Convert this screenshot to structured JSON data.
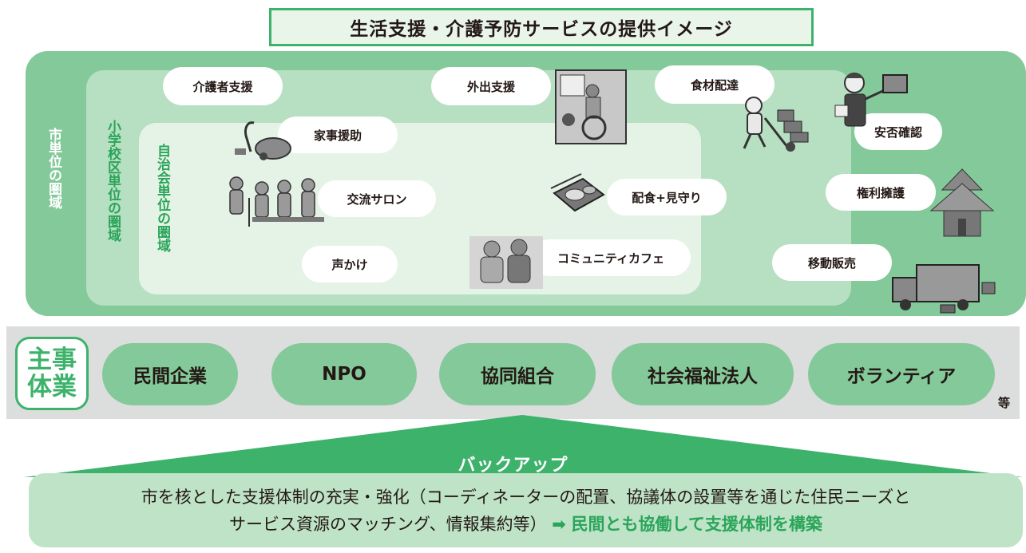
{
  "title": "生活支援・介護予防サービスの提供イメージ",
  "areas": {
    "city": "市単位の圏域",
    "school": "小学校区単位の圏域",
    "neighborhood": "自治会単位の圏域"
  },
  "services": {
    "kaigosha_shien": "介護者支援",
    "gaishutsu_shien": "外出支援",
    "shokuzai_haitatsu": "食材配達",
    "kaji_enjo": "家事援助",
    "anpi_kakunin": "安否確認",
    "koryu_salon": "交流サロン",
    "haishoku_mimamori": "配食+見守り",
    "kenri_yogo": "権利擁護",
    "koekake": "声かけ",
    "community_cafe": "コミュニティカフェ",
    "ido_hanbai": "移動販売"
  },
  "actors": {
    "label": "主事\n体業",
    "label_line1": "主事",
    "label_line2": "体業",
    "items": [
      "民間企業",
      "NPO",
      "協同組合",
      "社会福祉法人",
      "ボランティア"
    ],
    "suffix": "等"
  },
  "backup": {
    "label": "バックアップ",
    "text_part1": "市を核とした支援体制の充実・強化（コーディネーターの配置、協議体の設置等を通じた住民ニーズと",
    "text_part2": "サービス資源のマッチング、情報集約等）",
    "arrow": "➡",
    "emphasis": "民間とも協働して支援体制を構築"
  },
  "colors": {
    "accent_green": "#3db26b",
    "outer_area": "#84c99a",
    "middle_area": "#b7dfc1",
    "inner_area": "#e5f3e6",
    "band_gray": "#dcdddd"
  },
  "icons": [
    "vacuum-cleaner-icon",
    "elderly-group-icon",
    "wheelchair-van-icon",
    "bento-box-icon",
    "delivery-person-icon",
    "salesman-icon",
    "castle-icon",
    "delivery-truck-icon",
    "cafe-people-icon"
  ]
}
